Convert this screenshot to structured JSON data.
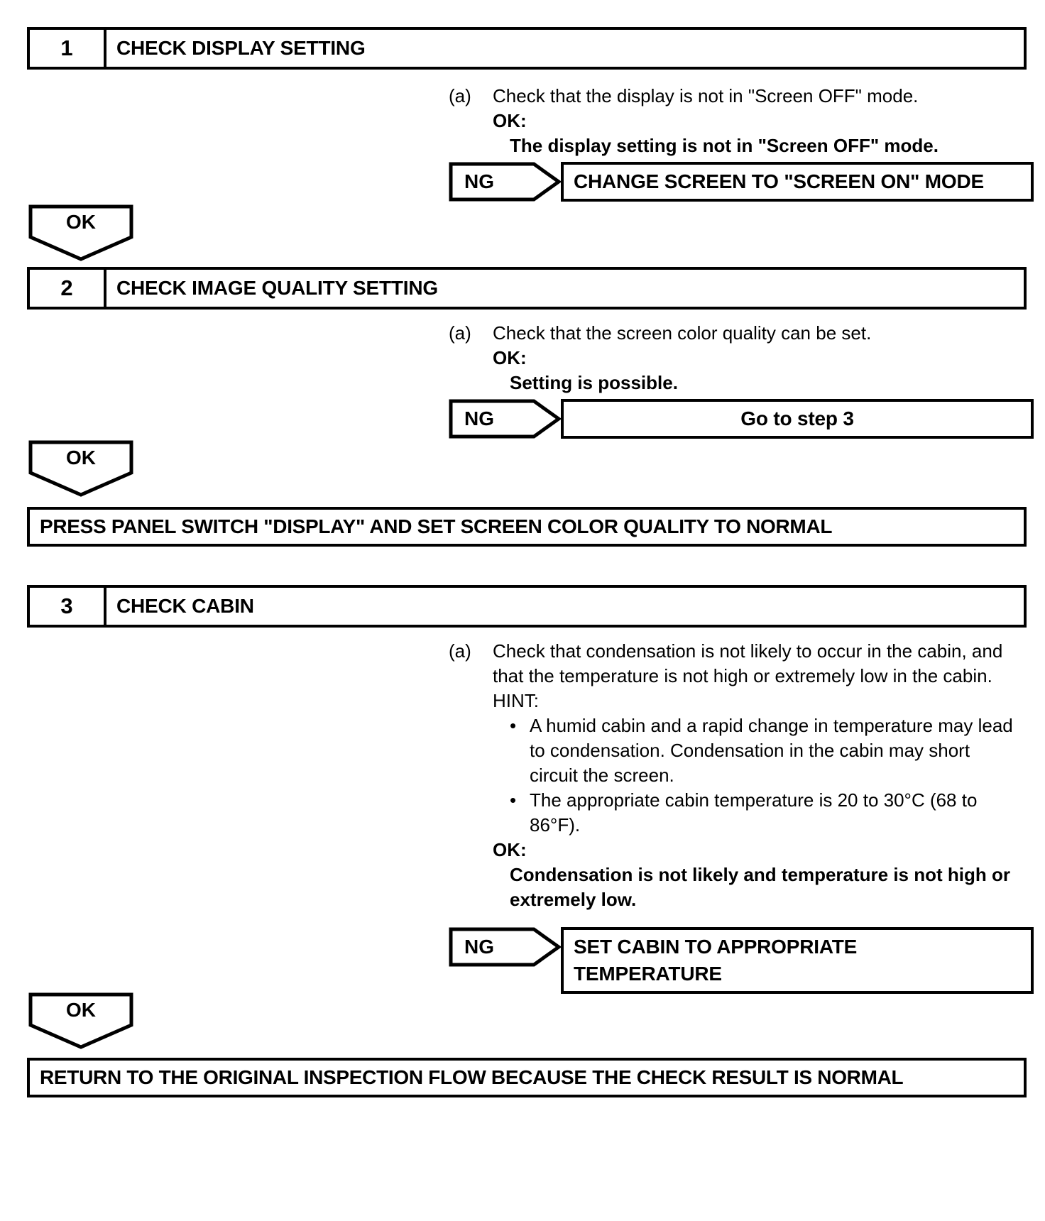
{
  "steps": [
    {
      "number": "1",
      "title": "CHECK DISPLAY SETTING",
      "item_label": "(a)",
      "item_text": "Check that the display is not in \"Screen OFF\" mode.",
      "ok_label": "OK:",
      "ok_text": "The display setting is not in \"Screen OFF\" mode.",
      "ng_tag": "NG",
      "ng_result": "CHANGE SCREEN TO \"SCREEN ON\" MODE",
      "ok_tag": "OK"
    },
    {
      "number": "2",
      "title": "CHECK IMAGE QUALITY SETTING",
      "item_label": "(a)",
      "item_text": "Check that the screen color quality can be set.",
      "ok_label": "OK:",
      "ok_text": "Setting is possible.",
      "ng_tag": "NG",
      "ng_result": "Go to step 3",
      "ok_tag": "OK"
    },
    {
      "number": "3",
      "title": "CHECK CABIN",
      "item_label": "(a)",
      "item_text": "Check that condensation is not likely to occur in the cabin, and that the temperature is not high or extremely low in the cabin.",
      "hint_label": "HINT:",
      "hint_bullets": [
        "A humid cabin and a rapid change in temperature may lead to condensation. Condensation in the cabin may short circuit the screen.",
        "The appropriate cabin temperature is 20 to 30°C (68 to 86°F)."
      ],
      "bullet_glyph": "•",
      "ok_label": "OK:",
      "ok_text": "Condensation is not likely and temperature is not high or extremely low.",
      "ng_tag": "NG",
      "ng_result_line1": "SET CABIN TO APPROPRIATE",
      "ng_result_line2": "TEMPERATURE",
      "ok_tag": "OK"
    }
  ],
  "banners": {
    "press_panel": "PRESS PANEL SWITCH \"DISPLAY\" AND SET SCREEN COLOR QUALITY TO NORMAL",
    "return_flow": "RETURN TO THE ORIGINAL INSPECTION FLOW BECAUSE THE CHECK RESULT IS NORMAL"
  },
  "colors": {
    "ink": "#000000",
    "paper": "#ffffff"
  }
}
